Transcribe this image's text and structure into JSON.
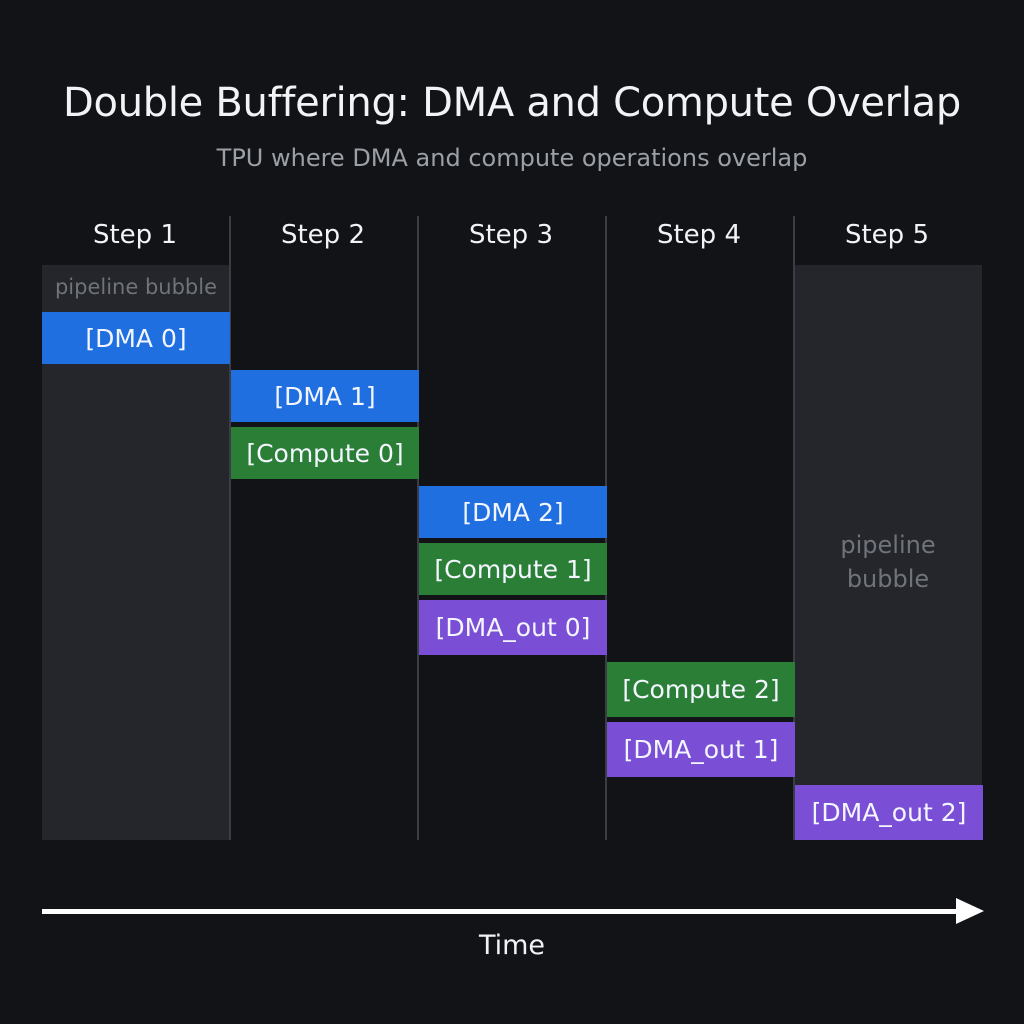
{
  "title": "Double Buffering: DMA and Compute Overlap",
  "subtitle": "TPU where DMA and compute operations overlap",
  "steps": [
    "Step 1",
    "Step 2",
    "Step 3",
    "Step 4",
    "Step 5"
  ],
  "bubbles": {
    "step1": "pipeline bubble",
    "step5": "pipeline bubble"
  },
  "blocks": {
    "dma0": "[DMA 0]",
    "dma1": "[DMA 1]",
    "compute0": "[Compute 0]",
    "dma2": "[DMA 2]",
    "compute1": "[Compute 1]",
    "dmaout0": "[DMA_out 0]",
    "compute2": "[Compute 2]",
    "dmaout1": "[DMA_out 1]",
    "dmaout2": "[DMA_out 2]"
  },
  "axis": {
    "label": "Time"
  },
  "colors": {
    "background": "#121317",
    "dma": "#1f6fe0",
    "compute": "#2a7e35",
    "dma_out": "#7a4fd6",
    "bubble": "#24262b"
  }
}
